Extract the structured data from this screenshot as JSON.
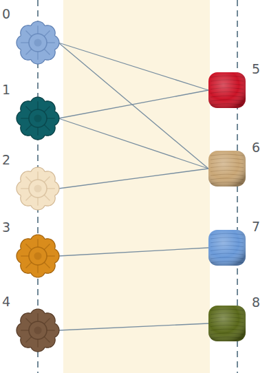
{
  "diagram": {
    "nodes": [
      {
        "text": [
          "0"
        ]
      },
      {
        "text": [
          "1"
        ]
      },
      {
        "text": [
          "2"
        ]
      },
      {
        "text": [
          "3"
        ]
      },
      {
        "text": [
          "4"
        ]
      },
      {
        "text": [
          "5"
        ]
      },
      {
        "text": [
          "6"
        ]
      },
      {
        "text": [
          "7"
        ]
      },
      {
        "text": [
          "8"
        ]
      }
    ],
    "edges": [
      {
        "from": 0,
        "to": 5,
        "arrow": "none"
      },
      {
        "from": 0,
        "to": 6,
        "arrow": "none"
      },
      {
        "from": 1,
        "to": 5,
        "arrow": "none"
      },
      {
        "from": 1,
        "to": 6,
        "arrow": "none"
      },
      {
        "from": 2,
        "to": 6,
        "arrow": "none"
      },
      {
        "from": 3,
        "to": 7,
        "arrow": "none"
      },
      {
        "from": 4,
        "to": 8,
        "arrow": "none"
      }
    ]
  }
}
